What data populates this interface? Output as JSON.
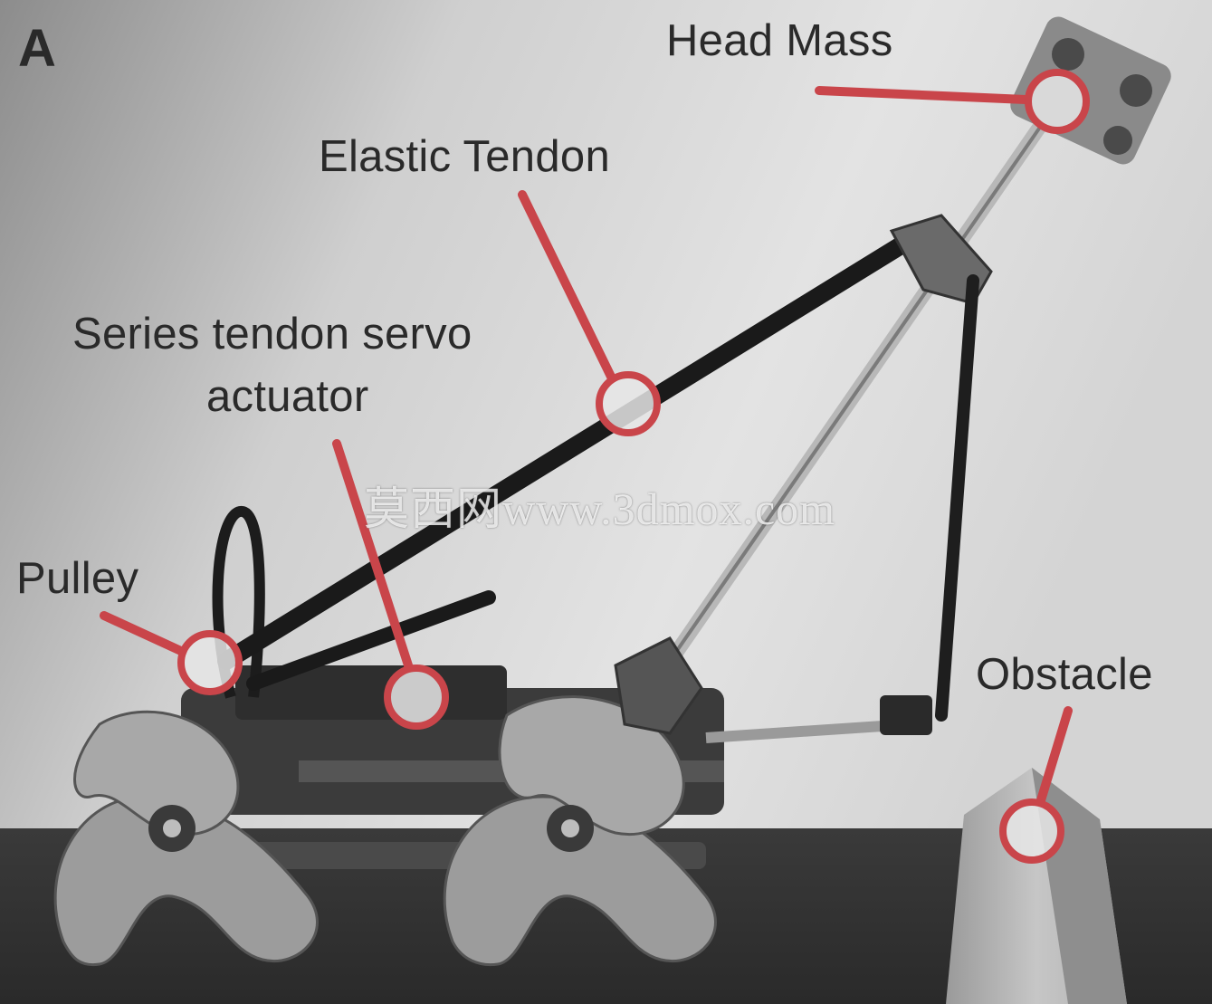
{
  "panel_letter": "A",
  "labels": {
    "head_mass": "Head Mass",
    "elastic_tendon": "Elastic Tendon",
    "servo_line1": "Series tendon servo",
    "servo_line2": "actuator",
    "pulley": "Pulley",
    "obstacle": "Obstacle"
  },
  "watermark": "莫西网www.3dmox.com",
  "colors": {
    "annotation_red": "#c9454a",
    "marker_fill": "#e6e6e6",
    "label_text": "#2a2a2a"
  }
}
